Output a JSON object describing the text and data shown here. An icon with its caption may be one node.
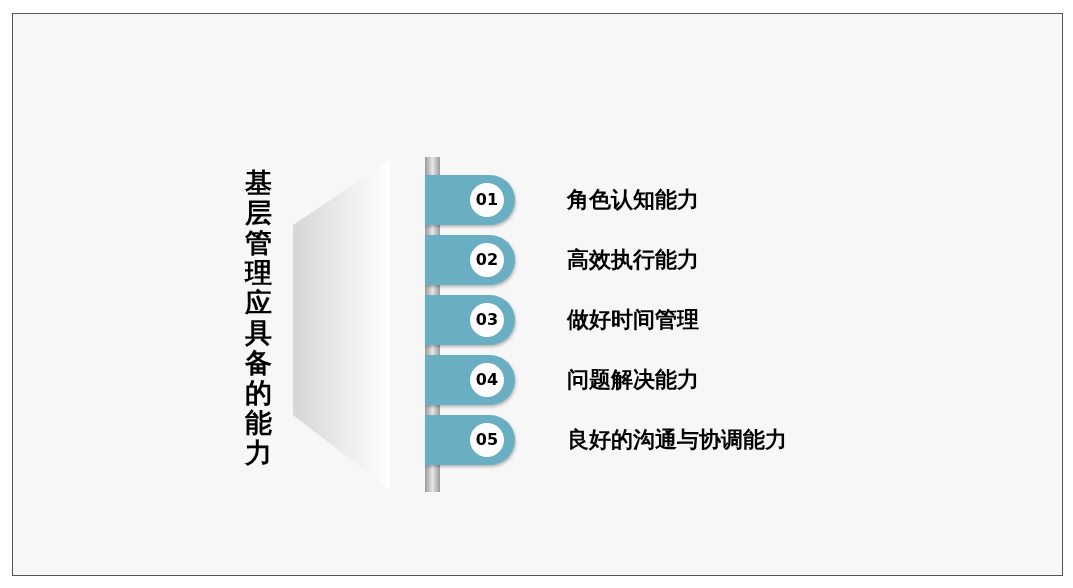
{
  "diagram": {
    "title": "基层管理应具备的能力",
    "nodes": [
      {
        "text": [
          "01"
        ],
        "beside": [
          "角色认知能力"
        ]
      },
      {
        "text": [
          "02"
        ],
        "beside": [
          "高效执行能力"
        ]
      },
      {
        "text": [
          "03"
        ],
        "beside": [
          "做好时间管理"
        ]
      },
      {
        "text": [
          "04"
        ],
        "beside": [
          "问题解决能力"
        ]
      },
      {
        "text": [
          "05"
        ],
        "beside": [
          "良好的沟通与协调能力"
        ]
      }
    ]
  }
}
